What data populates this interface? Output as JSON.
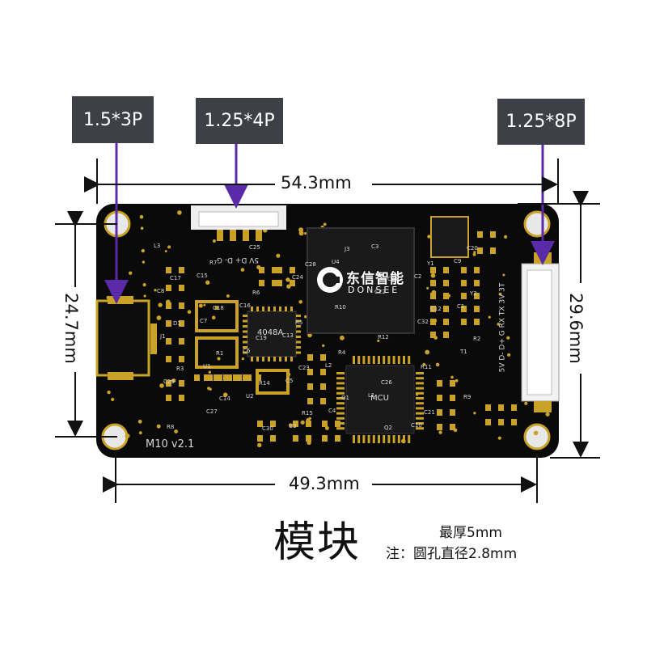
{
  "connectors": {
    "left": "1.5*3P",
    "middle": "1.25*4P",
    "right": "1.25*8P"
  },
  "dimensions": {
    "top_width": "54.3mm",
    "bottom_width": "49.3mm",
    "left_height": "24.7mm",
    "right_height": "29.6mm"
  },
  "caption": {
    "title": "模块",
    "thickness": "最厚5mm",
    "hole_note": "注：圆孔直径2.8mm"
  },
  "board": {
    "model": "M10 v2.1",
    "brand_cn": "东信智能",
    "brand_en": "DONSEE",
    "chip_label": "MCU",
    "small_chip_label": "4048A",
    "pin_labels": "5V D+ D- G",
    "right_pin_labels": "5V D- D+ G RX TX 3V 3T",
    "ref_labels": [
      "L3",
      "C15",
      "C16",
      "C13",
      "L2",
      "L1",
      "C10",
      "C9",
      "C8",
      "C7",
      "C6",
      "C5",
      "C4",
      "C3",
      "C2",
      "C1",
      "J1",
      "U1",
      "U2",
      "U3",
      "U4",
      "C22",
      "C32",
      "T1",
      "C29",
      "C27",
      "C25",
      "C24",
      "R10",
      "R12",
      "R11",
      "R9",
      "R8",
      "R7",
      "R6",
      "R5",
      "R4",
      "C26",
      "C21",
      "C20",
      "C17",
      "C18",
      "C19",
      "C23",
      "Q1",
      "Q2",
      "Y1",
      "Y2",
      "D1",
      "R1",
      "R14",
      "R15",
      "J3",
      "C11",
      "C12",
      "R2",
      "R3",
      "C14",
      "C30",
      "C28"
    ],
    "colors": {
      "pcb": "#0a0a0a",
      "gold": "#c9a227",
      "silk": "#d8d8d8",
      "arrow": "#5b2aa8",
      "chip": "#1a1a1a"
    }
  }
}
